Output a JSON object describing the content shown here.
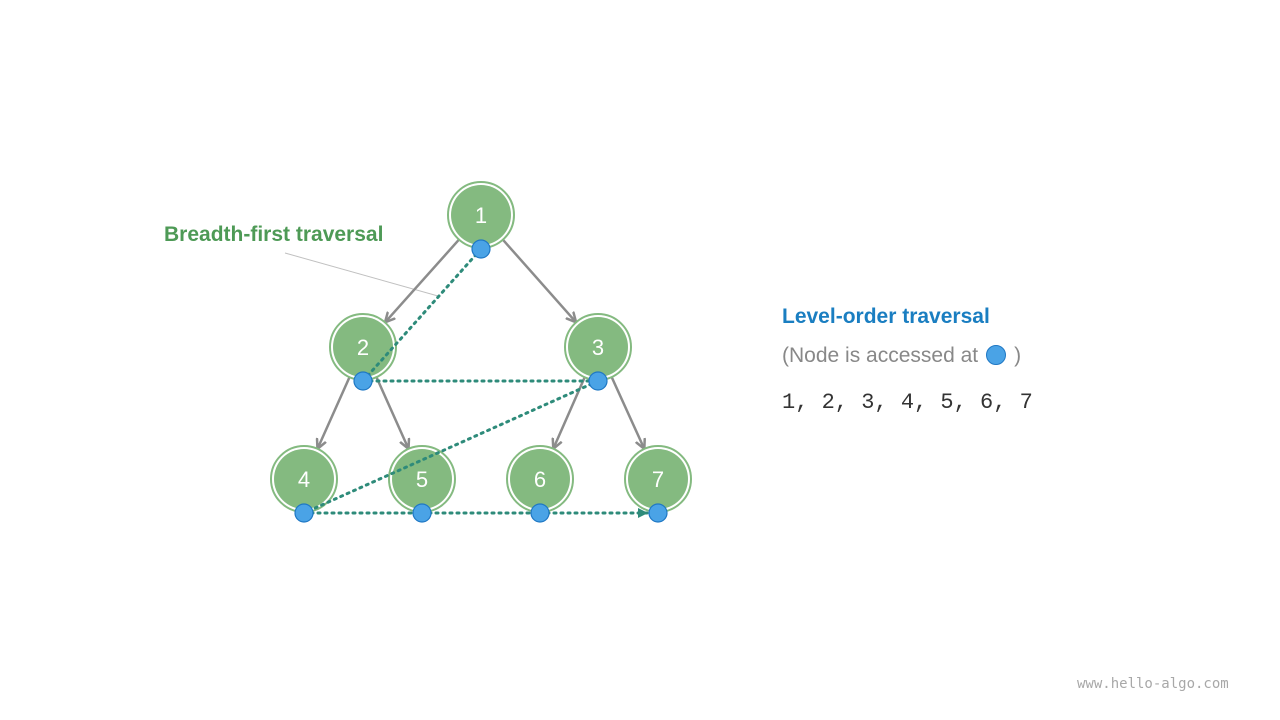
{
  "diagram": {
    "title": "Breadth-first traversal",
    "nodes": [
      {
        "id": "1",
        "label": "1"
      },
      {
        "id": "2",
        "label": "2"
      },
      {
        "id": "3",
        "label": "3"
      },
      {
        "id": "4",
        "label": "4"
      },
      {
        "id": "5",
        "label": "5"
      },
      {
        "id": "6",
        "label": "6"
      },
      {
        "id": "7",
        "label": "7"
      }
    ],
    "edges": [
      {
        "from": "1",
        "to": "2"
      },
      {
        "from": "1",
        "to": "3"
      },
      {
        "from": "2",
        "to": "4"
      },
      {
        "from": "2",
        "to": "5"
      },
      {
        "from": "3",
        "to": "6"
      },
      {
        "from": "3",
        "to": "7"
      }
    ],
    "traversal_path": [
      "1",
      "2",
      "3",
      "4",
      "5",
      "6",
      "7"
    ],
    "colors": {
      "node_fill": "#84ba80",
      "node_ring": "#84ba80",
      "edge": "#8c8c8c",
      "access_dot": "#4aa3e6",
      "access_dot_border": "#1f78c4",
      "path": "#2e8b7a",
      "title": "#4e9a56"
    }
  },
  "info": {
    "title": "Level-order traversal",
    "note_prefix": "(Node is accessed at",
    "note_suffix": ")",
    "sequence": "1, 2, 3, 4, 5, 6, 7",
    "title_color": "#1a7ec1"
  },
  "watermark": "www.hello-algo.com"
}
